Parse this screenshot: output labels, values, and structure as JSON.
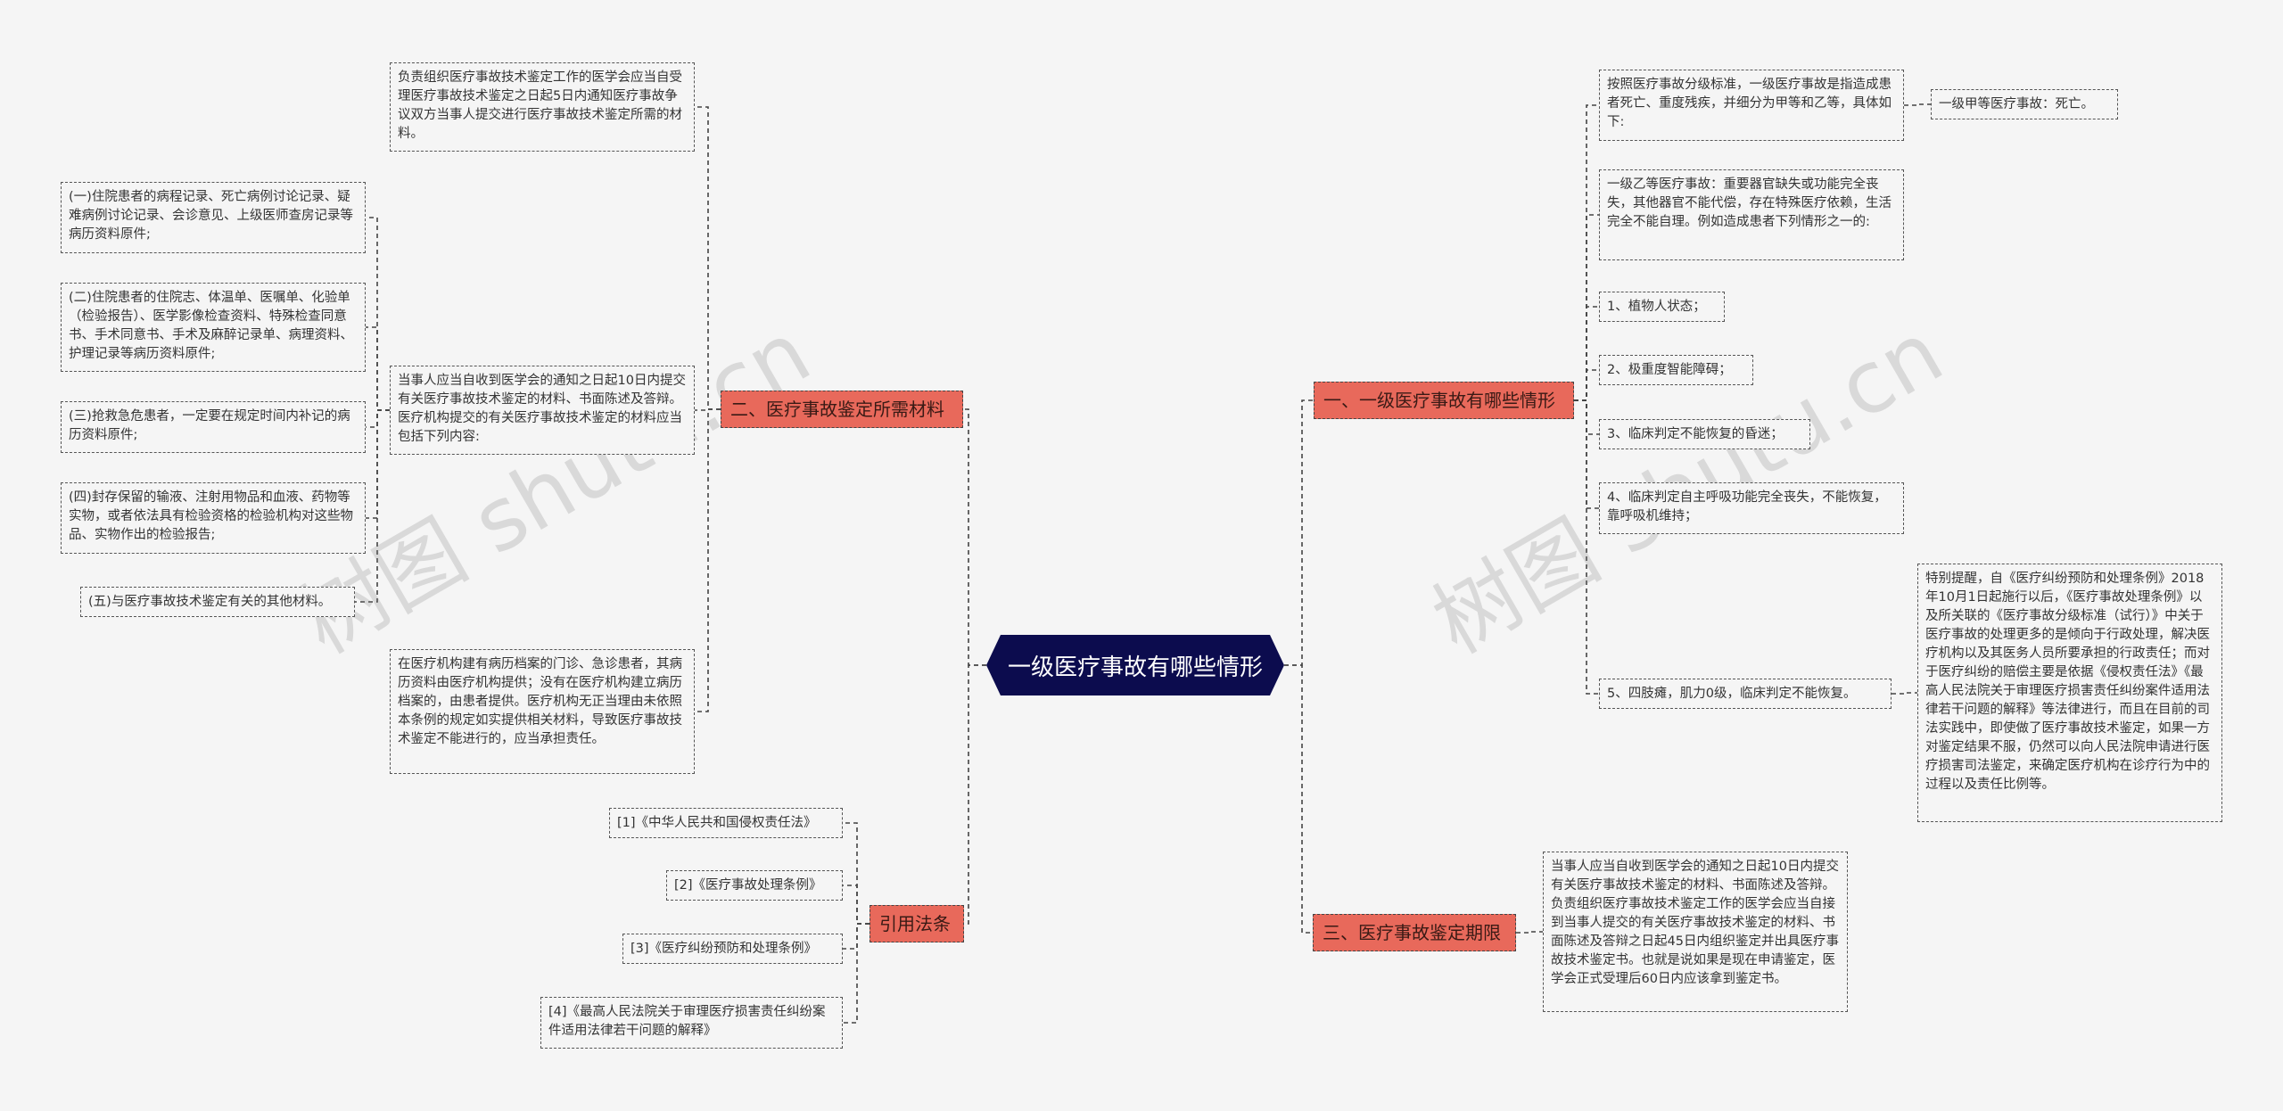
{
  "root": {
    "title": "一级医疗事故有哪些情形"
  },
  "branches": {
    "b1": "一、一级医疗事故有哪些情形",
    "b2": "二、医疗事故鉴定所需材料",
    "b3": "三、医疗事故鉴定期限",
    "b4": "引用法条"
  },
  "right": {
    "n1": "按照医疗事故分级标准，一级医疗事故是指造成患者死亡、重度残疾，并细分为甲等和乙等，具体如下:",
    "n1a": "一级甲等医疗事故：死亡。",
    "n2": "一级乙等医疗事故：重要器官缺失或功能完全丧失，其他器官不能代偿，存在特殊医疗依赖，生活完全不能自理。例如造成患者下列情形之一的:",
    "n3": "1、植物人状态；",
    "n4": "2、极重度智能障碍；",
    "n5": "3、临床判定不能恢复的昏迷；",
    "n6": "4、临床判定自主呼吸功能完全丧失，不能恢复，靠呼吸机维持；",
    "n7": "5、四肢瘫，肌力0级，临床判定不能恢复。",
    "n7a": "特别提醒，自《医疗纠纷预防和处理条例》2018年10月1日起施行以后，《医疗事故处理条例》以及所关联的《医疗事故分级标准（试行）》中关于医疗事故的处理更多的是倾向于行政处理，解决医疗机构以及其医务人员所要承担的行政责任；而对于医疗纠纷的赔偿主要是依据《侵权责任法》《最高人民法院关于审理医疗损害责任纠纷案件适用法律若干问题的解释》等法律进行，而且在目前的司法实践中，即使做了医疗事故技术鉴定，如果一方对鉴定结果不服，仍然可以向人民法院申请进行医疗损害司法鉴定，来确定医疗机构在诊疗行为中的过程以及责任比例等。",
    "n8": "当事人应当自收到医学会的通知之日起10日内提交有关医疗事故技术鉴定的材料、书面陈述及答辩。负责组织医疗事故技术鉴定工作的医学会应当自接到当事人提交的有关医疗事故技术鉴定的材料、书面陈述及答辩之日起45日内组织鉴定并出具医疗事故技术鉴定书。也就是说如果是现在申请鉴定，医学会正式受理后60日内应该拿到鉴定书。"
  },
  "left": {
    "m1": "负责组织医疗事故技术鉴定工作的医学会应当自受理医疗事故技术鉴定之日起5日内通知医疗事故争议双方当事人提交进行医疗事故技术鉴定所需的材料。",
    "m2": "当事人应当自收到医学会的通知之日起10日内提交有关医疗事故技术鉴定的材料、书面陈述及答辩。医疗机构提交的有关医疗事故技术鉴定的材料应当包括下列内容:",
    "m2a": "(一)住院患者的病程记录、死亡病例讨论记录、疑难病例讨论记录、会诊意见、上级医师查房记录等病历资料原件;",
    "m2b": "(二)住院患者的住院志、体温单、医嘱单、化验单（检验报告）、医学影像检查资料、特殊检查同意书、手术同意书、手术及麻醉记录单、病理资料、护理记录等病历资料原件;",
    "m2c": "(三)抢救急危患者，一定要在规定时间内补记的病历资料原件;",
    "m2d": "(四)封存保留的输液、注射用物品和血液、药物等实物，或者依法具有检验资格的检验机构对这些物品、实物作出的检验报告;",
    "m2e": "(五)与医疗事故技术鉴定有关的其他材料。",
    "m3": "在医疗机构建有病历档案的门诊、急诊患者，其病历资料由医疗机构提供；没有在医疗机构建立病历档案的，由患者提供。医疗机构无正当理由未依照本条例的规定如实提供相关材料，导致医疗事故技术鉴定不能进行的，应当承担责任。",
    "r1": "[1]《中华人民共和国侵权责任法》",
    "r2": "[2]《医疗事故处理条例》",
    "r3": "[3]《医疗纠纷预防和处理条例》",
    "r4": "[4]《最高人民法院关于审理医疗损害责任纠纷案件适用法律若干问题的解释》"
  },
  "watermark": [
    "树图 shutu.cn",
    "树图 shutu.cn"
  ],
  "colors": {
    "root": "#0c0c4e",
    "branch": "#e8695b",
    "line": "#444444",
    "background": "#f5f5f5"
  }
}
